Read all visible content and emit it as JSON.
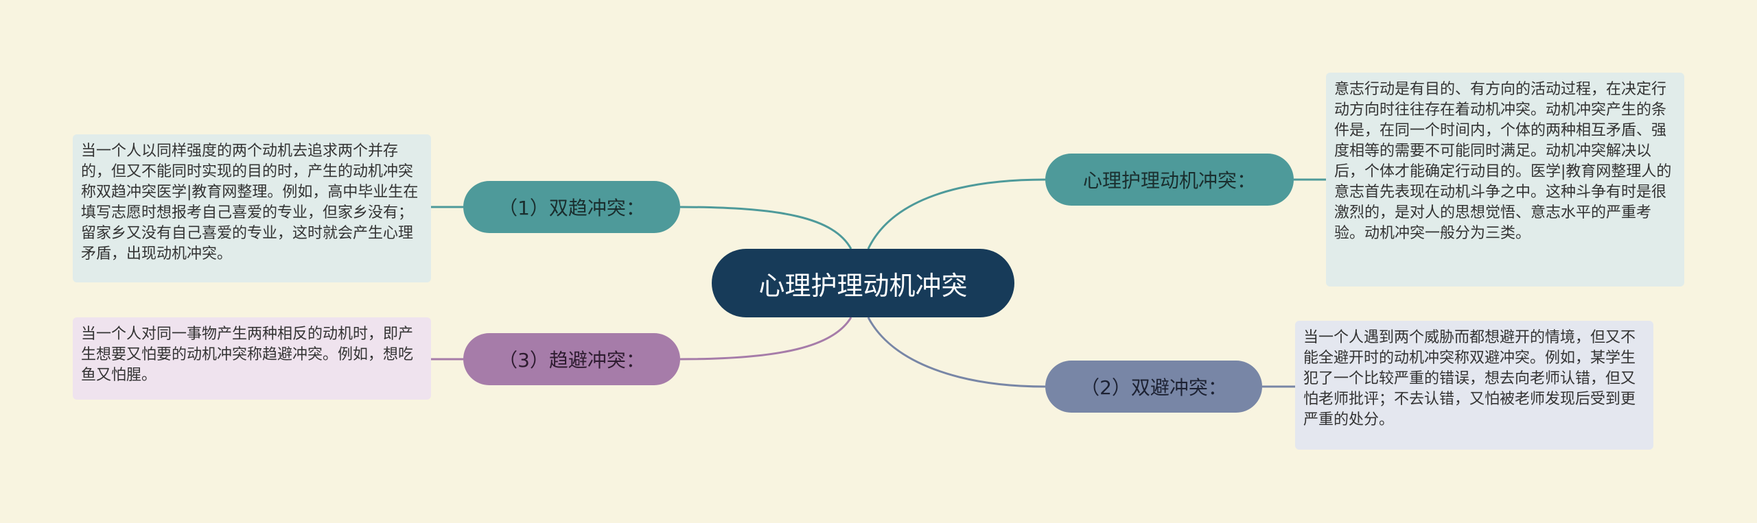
{
  "root": {
    "label": "心理护理动机冲突"
  },
  "branches": {
    "approach_approach": {
      "label": "（1）双趋冲突：",
      "note": "当一个人以同样强度的两个动机去追求两个并存的，但又不能同时实现的目的时，产生的动机冲突称双趋冲突医学|教育网整理。例如，高中毕业生在填写志愿时想报考自己喜爱的专业，但家乡没有；留家乡又没有自己喜爱的专业，这时就会产生心理矛盾，出现动机冲突。"
    },
    "approach_avoidance": {
      "label": "（3）趋避冲突：",
      "note": "当一个人对同一事物产生两种相反的动机时，即产生想要又怕要的动机冲突称趋避冲突。例如，想吃鱼又怕腥。"
    },
    "psych_nursing": {
      "label": "心理护理动机冲突：",
      "note": "意志行动是有目的、有方向的活动过程，在决定行动方向时往往存在着动机冲突。动机冲突产生的条件是，在同一个时间内，个体的两种相互矛盾、强度相等的需要不可能同时满足。动机冲突解决以后，个体才能确定行动目的。医学|教育网整理人的意志首先表现在动机斗争之中。这种斗争有时是很激烈的，是对人的思想觉悟、意志水平的严重考验。动机冲突一般分为三类。"
    },
    "avoidance_avoidance": {
      "label": "（2）双避冲突：",
      "note": "当一个人遇到两个威胁而都想避开的情境，但又不能全避开时的动机冲突称双避冲突。例如，某学生犯了一个比较严重的错误，想去向老师认错，但又怕老师批评；不去认错，又怕被老师发现后受到更严重的处分。"
    }
  },
  "colors": {
    "background": "#f8f4e0",
    "root": "#173b59",
    "teal": "#4e9a9a",
    "purple": "#a67ca9",
    "slate": "#7886a6"
  }
}
